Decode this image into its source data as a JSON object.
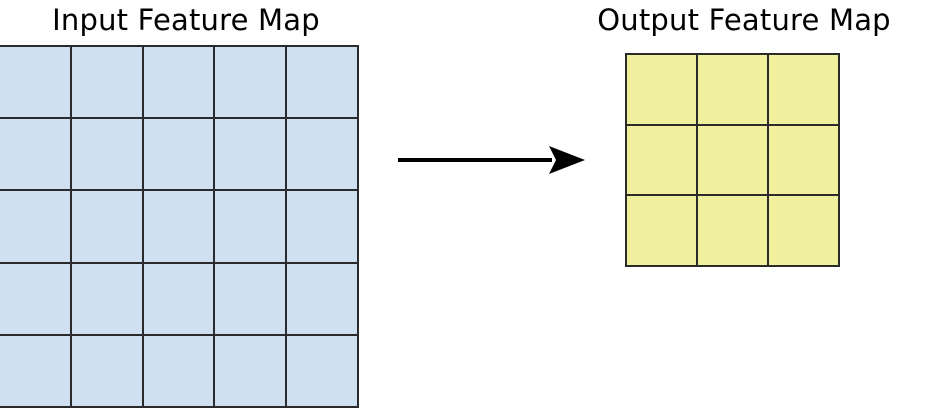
{
  "diagram": {
    "type": "feature-map-transformation",
    "background_color": "#ffffff",
    "input": {
      "title": "Input Feature Map",
      "rows": 5,
      "cols": 5,
      "cell_count": 25,
      "fill_color": "#cfe0f1",
      "border_color": "#2b2b2b",
      "cells": [
        [
          "",
          "",
          "",
          "",
          ""
        ],
        [
          "",
          "",
          "",
          "",
          ""
        ],
        [
          "",
          "",
          "",
          "",
          ""
        ],
        [
          "",
          "",
          "",
          "",
          ""
        ],
        [
          "",
          "",
          "",
          "",
          ""
        ]
      ]
    },
    "output": {
      "title": "Output Feature Map",
      "rows": 3,
      "cols": 3,
      "cell_count": 9,
      "fill_color": "#f1f09e",
      "border_color": "#2b2b2b",
      "cells": [
        [
          "",
          "",
          ""
        ],
        [
          "",
          "",
          ""
        ],
        [
          "",
          "",
          ""
        ]
      ]
    },
    "arrow": {
      "name": "right-arrow-icon",
      "direction": "right",
      "color": "#000000"
    }
  }
}
